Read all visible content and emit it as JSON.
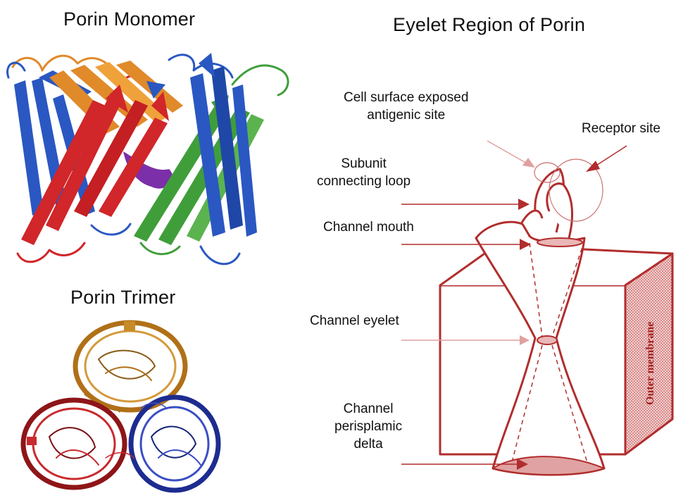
{
  "titles": {
    "monomer": "Porin Monomer",
    "trimer": "Porin Trimer",
    "eyelet_region": "Eyelet Region of Porin"
  },
  "labels": {
    "antigenic_line1": "Cell surface exposed",
    "antigenic_line2": "antigenic site",
    "receptor": "Receptor site",
    "subunit_line1": "Subunit",
    "subunit_line2": "connecting loop",
    "mouth": "Channel mouth",
    "eyelet": "Channel eyelet",
    "delta_line1": "Channel",
    "delta_line2": "perisplamic",
    "delta_line3": "delta",
    "outer_membrane": "Outer membrane"
  },
  "colors": {
    "diagram_line": "#b22d2d",
    "membrane_fill": "#e9b7b7",
    "strand_blue": "#2a57c2",
    "strand_orange": "#e08a2a",
    "strand_red": "#d1262a",
    "strand_green": "#3f9e3a",
    "core_purple": "#7b2fa8"
  }
}
